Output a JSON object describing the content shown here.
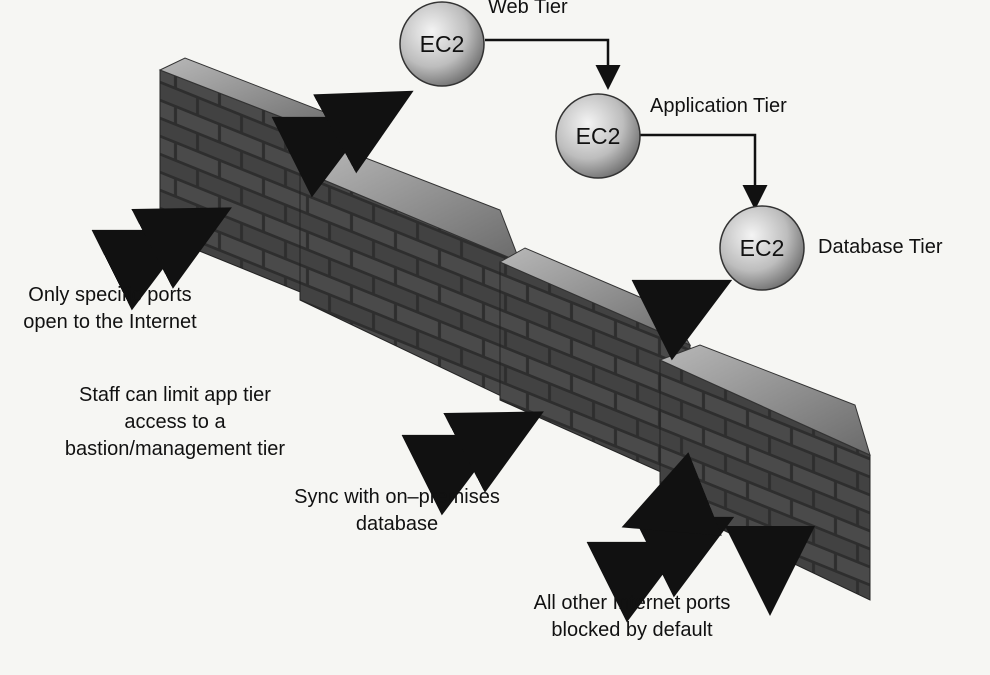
{
  "tiers": [
    {
      "node_label": "EC2",
      "tier_label": "Web Tier"
    },
    {
      "node_label": "EC2",
      "tier_label": "Application Tier"
    },
    {
      "node_label": "EC2",
      "tier_label": "Database Tier"
    }
  ],
  "annotations": {
    "specific_ports": [
      "Only specific ports",
      "open to the Internet"
    ],
    "staff_limit": [
      "Staff can limit app tier",
      "access to a",
      "bastion/management tier"
    ],
    "sync": [
      "Sync with on–premises",
      "database"
    ],
    "blocked": [
      "All other Internet ports",
      "blocked by default"
    ]
  },
  "colors": {
    "brick_top": "#9a9a9a",
    "brick_face": "#3a3a3a",
    "mortar": "#d8d8d8",
    "arrow": "#1a1a1a",
    "node_fill_light": "#f2f2f2",
    "node_fill_dark": "#8a8a8a"
  }
}
